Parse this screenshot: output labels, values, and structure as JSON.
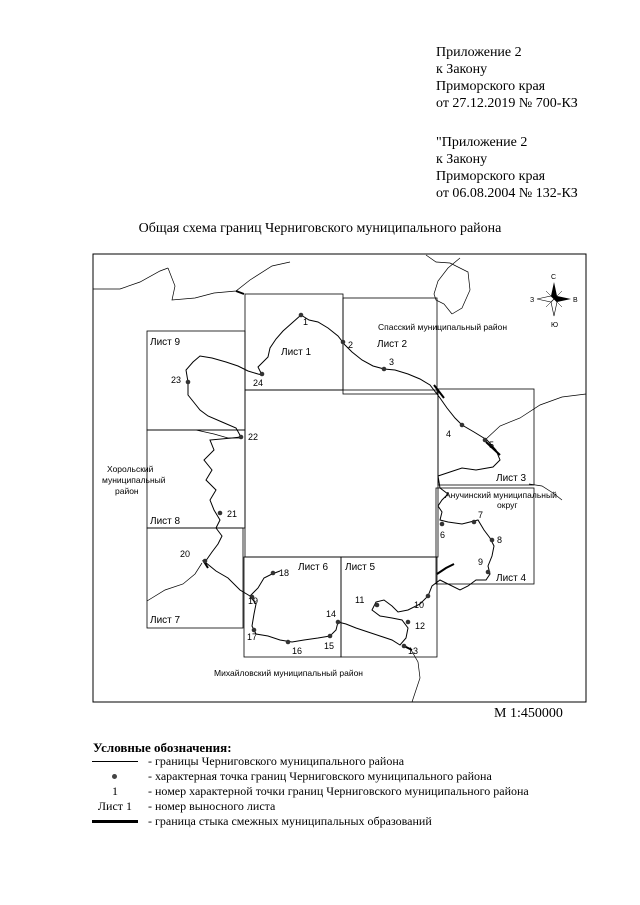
{
  "header": {
    "current": [
      "Приложение 2",
      "к Закону",
      "Приморского края",
      "от 27.12.2019 № 700-КЗ"
    ],
    "original": [
      "\"Приложение 2",
      "к Закону",
      "Приморского края",
      "от 06.08.2004 № 132-КЗ"
    ]
  },
  "map": {
    "title": "Общая схема границ Черниговского муниципального района",
    "sheets": [
      {
        "key": "s1",
        "label": "Лист 1"
      },
      {
        "key": "s2",
        "label": "Лист 2"
      },
      {
        "key": "s3",
        "label": "Лист 3"
      },
      {
        "key": "s4",
        "label": "Лист 4"
      },
      {
        "key": "s5",
        "label": "Лист 5"
      },
      {
        "key": "s6",
        "label": "Лист 6"
      },
      {
        "key": "s7",
        "label": "Лист 7"
      },
      {
        "key": "s8",
        "label": "Лист 8"
      },
      {
        "key": "s9",
        "label": "Лист 9"
      }
    ],
    "points": [
      "1",
      "2",
      "3",
      "4",
      "5",
      "6",
      "7",
      "8",
      "9",
      "10",
      "11",
      "12",
      "13",
      "14",
      "15",
      "16",
      "17",
      "18",
      "19",
      "20",
      "21",
      "22",
      "23",
      "24"
    ],
    "regions": {
      "spassky": "Спасский муниципальный район",
      "anuchinsky_1": "Анучинский муниципальный",
      "anuchinsky_2": "округ",
      "khorolsky_1": "Хорольский",
      "khorolsky_2": "муниципальный",
      "khorolsky_3": "район",
      "mikhailovsky": "Михайловский муниципальный район"
    },
    "compass": {
      "north": "С",
      "south": "Ю",
      "east": "В",
      "west": "З"
    },
    "scale": "М 1:450000"
  },
  "legend": {
    "title": "Условные обозначения:",
    "items": [
      {
        "symbol": "line",
        "text": "- границы Черниговского муниципального района"
      },
      {
        "symbol": "dot",
        "text": "- характерная точка границ Черниговского муниципального района"
      },
      {
        "symbol": "1",
        "text": "- номер характерной точки границ Черниговского муниципального района"
      },
      {
        "symbol": "Лист 1",
        "text": "- номер выносного листа"
      },
      {
        "symbol": "thick",
        "text": "- граница стыка смежных муниципальных образований"
      }
    ]
  }
}
